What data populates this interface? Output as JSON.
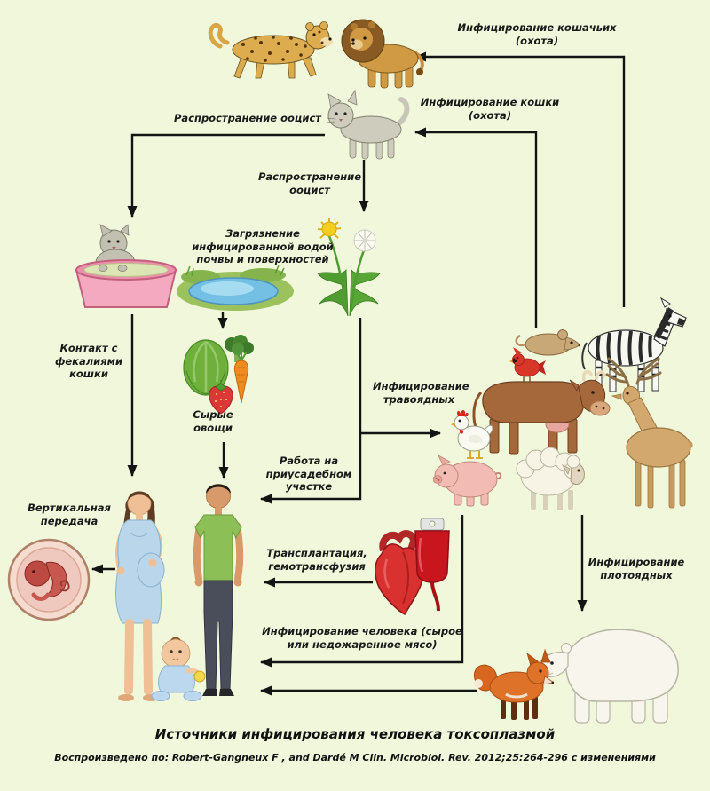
{
  "diagram": {
    "title": "Источники инфицирования человека токсоплазмой",
    "attribution": "Воспроизведено по: Robert-Gangneux F , and Dardé M Clin. Microbiol. Rev. 2012;25:264-296 с изменениями"
  },
  "labels": {
    "infect_felids": "Инфицирование кошачьих (охота)",
    "infect_cat": "Инфицирование кошки (охота)",
    "oocyst_spread_left": "Распространение ооцист",
    "oocyst_spread_center": "Распространение ооцист",
    "soil_contamination": "Загрязнение инфицированной водой почвы и поверхностей",
    "cat_feces_contact": "Контакт с фекалиями кошки",
    "raw_vegetables": "Сырые овощи",
    "vertical_transmission": "Вертикальная передача",
    "garden_work": "Работа на приусадебном участке",
    "infect_herbivores": "Инфицирование травоядных",
    "transplantation": "Трансплантация, гемотрансфузия",
    "infect_carnivores": "Инфицирование плотоядных",
    "infect_human_meat": "Инфицирование человека (сырое или недожаренное мясо)"
  },
  "icons": [
    "leopard-illustration",
    "lion-illustration",
    "cat-illustration",
    "litter-box-illustration",
    "water-puddle-illustration",
    "dandelion-illustration",
    "vegetables-illustration",
    "fetus-illustration",
    "pregnant-woman-illustration",
    "man-illustration",
    "baby-illustration",
    "heart-illustration",
    "blood-bag-illustration",
    "mouse-illustration",
    "bird-illustration",
    "zebra-illustration",
    "cow-illustration",
    "chicken-illustration",
    "pig-illustration",
    "sheep-illustration",
    "deer-illustration",
    "fox-illustration",
    "polar-bear-illustration"
  ],
  "colors": {
    "background": "#F0F7DB",
    "arrow": "#141414",
    "text": "#1A1A1A",
    "litter_box_pink": "#F4A9C1",
    "heart_red": "#D93030",
    "blood_bag_red": "#C9151E"
  }
}
